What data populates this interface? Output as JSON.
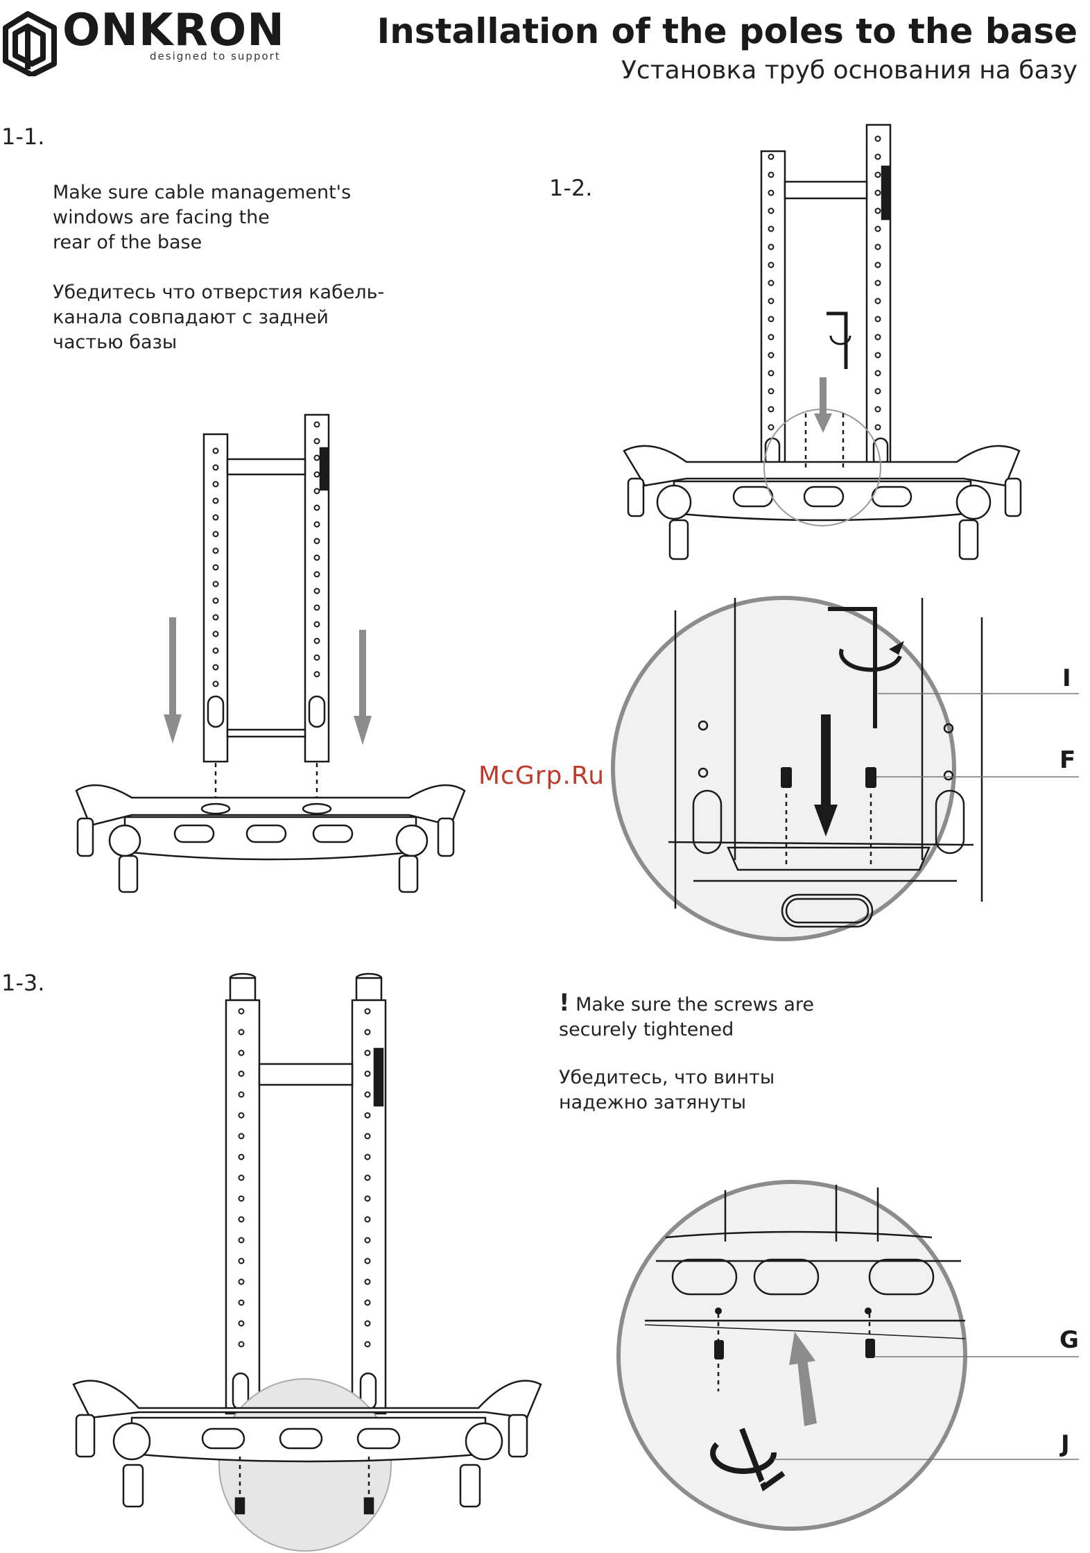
{
  "header": {
    "brand": "ONKRON",
    "tagline": "designed to support",
    "title_en": "Installation of the poles to the base",
    "title_ru": "Установка труб основания на базу"
  },
  "steps": [
    {
      "label": "1-1.",
      "text_en": "Make sure cable management's\nwindows are facing the\nrear of the base",
      "text_ru": "Убедитесь что отверстия кабель-\nканала совпадают с задней\nчастью базы"
    },
    {
      "label": "1-2."
    },
    {
      "label": "1-3.",
      "note_mark": "!",
      "text_en": "Make sure the screws are\nsecurely tightened",
      "text_ru": "Убедитесь, что винты\nнадежно затянуты"
    }
  ],
  "callouts": [
    "I",
    "F",
    "G",
    "J"
  ],
  "watermark": "McGrp.Ru",
  "colors": {
    "ink": "#1a1a1a",
    "circle_fill": "#f1f1f1",
    "arrow_gray": "#8c8c8c",
    "watermark": "#c0392b"
  }
}
